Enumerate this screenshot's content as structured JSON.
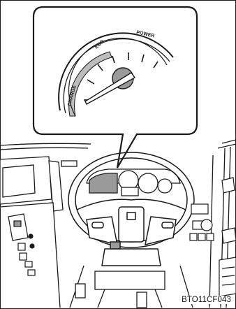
{
  "image_code": "BTO11CF043",
  "gauge": {
    "label_charge": "CHARGE",
    "label_eco": "ECO",
    "label_power": "POWER"
  },
  "colors": {
    "line": "#1a1a1a",
    "zone_fill": "#bdbdbd",
    "shade": "#9a9a9a",
    "background": "#ffffff"
  },
  "icons": [
    "hybrid-system-indicator-icon",
    "speedometer-icon",
    "steering-wheel-icon",
    "gear-shift-icon"
  ]
}
